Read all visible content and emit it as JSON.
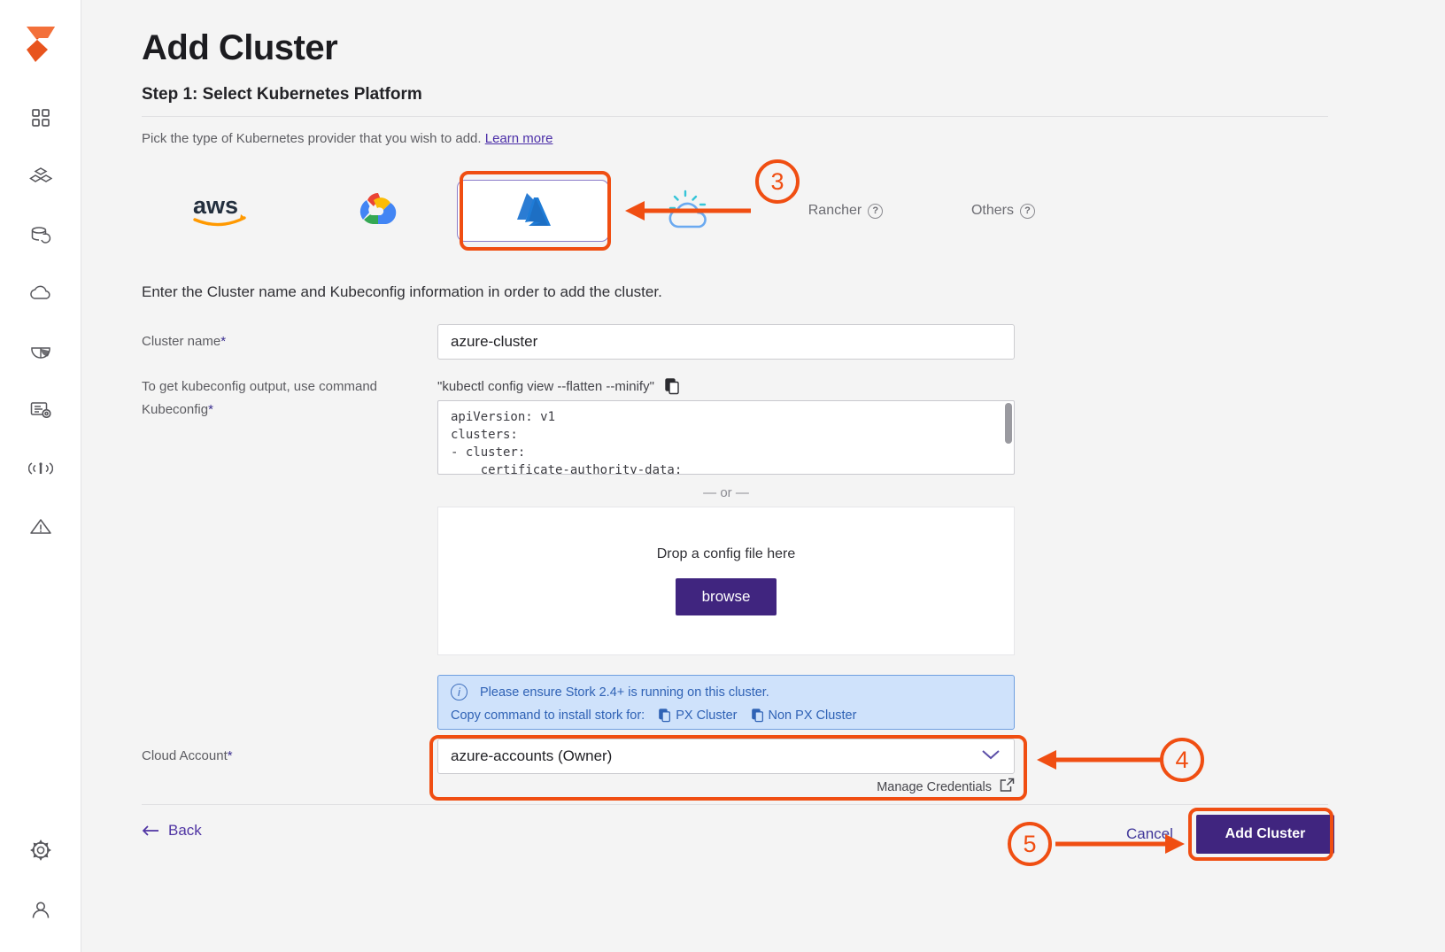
{
  "app": {
    "brand": "portworx-logo"
  },
  "sidebar": {
    "items": [
      {
        "name": "dashboard-icon",
        "label": "Dashboard"
      },
      {
        "name": "clusters-icon",
        "label": "Clusters"
      },
      {
        "name": "backup-icon",
        "label": "Backup"
      },
      {
        "name": "cloud-icon",
        "label": "Cloud"
      },
      {
        "name": "security-icon",
        "label": "Security"
      },
      {
        "name": "license-icon",
        "label": "License"
      },
      {
        "name": "monitoring-icon",
        "label": "Monitoring"
      },
      {
        "name": "alerts-icon",
        "label": "Alerts"
      }
    ],
    "bottom_items": [
      {
        "name": "gear-icon",
        "label": "Settings"
      },
      {
        "name": "user-icon",
        "label": "Account"
      }
    ]
  },
  "header": {
    "title": "Add Cluster",
    "step": "Step 1: Select Kubernetes Platform",
    "description": "Pick the type of Kubernetes provider that you wish to add.",
    "learn_more": "Learn more"
  },
  "providers": {
    "selected": "azure",
    "items": [
      {
        "id": "aws",
        "label": "aws",
        "type": "logo"
      },
      {
        "id": "gcp",
        "label": "Google Cloud",
        "type": "logo"
      },
      {
        "id": "azure",
        "label": "Azure",
        "type": "logo"
      },
      {
        "id": "ibm",
        "label": "IBM Cloud",
        "type": "logo"
      },
      {
        "id": "rancher",
        "label": "Rancher",
        "type": "text",
        "help": true
      },
      {
        "id": "others",
        "label": "Others",
        "type": "text",
        "help": true
      }
    ]
  },
  "form": {
    "intro": "Enter the Cluster name and Kubeconfig information in order to add the cluster.",
    "cluster_name_label": "Cluster name",
    "cluster_name_value": "azure-cluster",
    "cluster_name_placeholder": "Cluster name",
    "kubeconfig_hint_label": "To get kubeconfig output, use command",
    "kubeconfig_command": "\"kubectl config view --flatten --minify\"",
    "kubeconfig_label": "Kubeconfig",
    "kubeconfig_value": "apiVersion: v1\nclusters:\n- cluster:\n    certificate-authority-data:",
    "or_divider": "— or —",
    "drop_text": "Drop a config file here",
    "browse_label": "browse",
    "required_marker": "*"
  },
  "stork_banner": {
    "message": "Please ensure Stork 2.4+ is running on this cluster.",
    "copy_label": "Copy command to install stork for:",
    "px_cluster": "PX Cluster",
    "non_px_cluster": "Non PX Cluster"
  },
  "cloud_account": {
    "label": "Cloud Account",
    "value": "azure-accounts (Owner)",
    "manage_credentials": "Manage Credentials"
  },
  "footer": {
    "back": "Back",
    "cancel": "Cancel",
    "add_cluster": "Add Cluster"
  },
  "annotations": {
    "callouts": [
      {
        "number": "3",
        "target": "azure-provider-tile"
      },
      {
        "number": "4",
        "target": "cloud-account-select"
      },
      {
        "number": "5",
        "target": "add-cluster-button"
      }
    ],
    "color": "#f04e12"
  },
  "colors": {
    "brand_orange": "#e8541e",
    "primary_purple": "#40257f",
    "link_purple": "#4b2ea8",
    "info_blue": "#2f62b5",
    "annotation_orange": "#f04e12"
  }
}
